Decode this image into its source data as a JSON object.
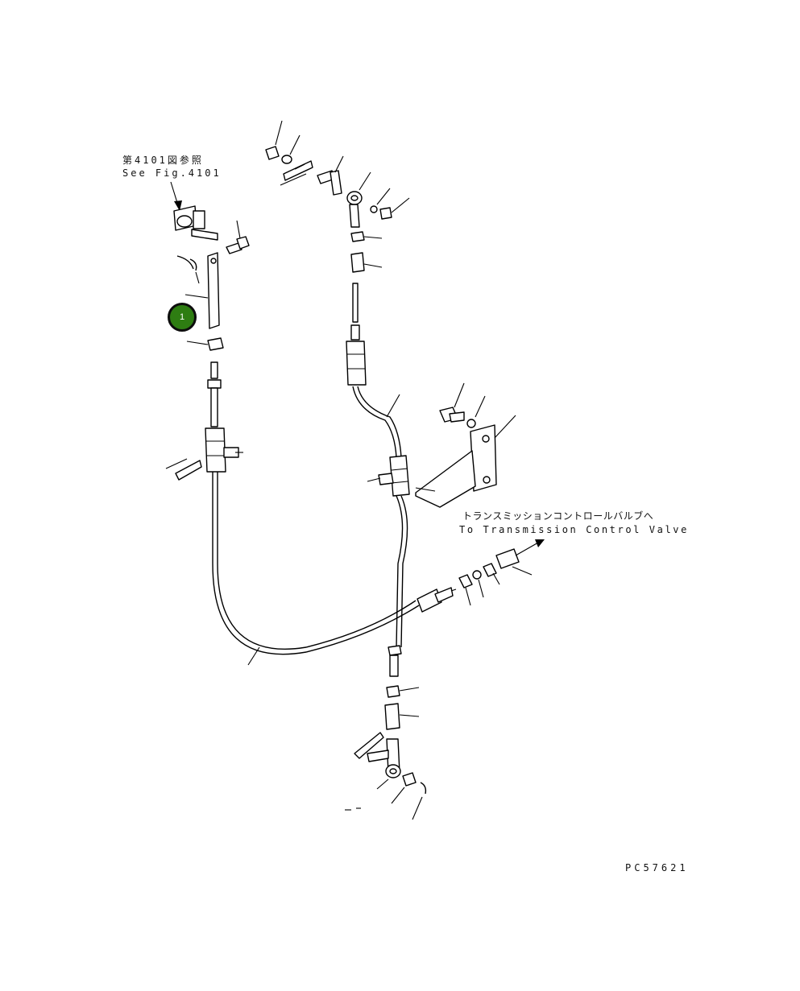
{
  "labels": {
    "see_fig_jp": "第4101図参照",
    "see_fig_en": "See Fig.4101",
    "to_valve_jp": "トランスミッションコントロールバルブへ",
    "to_valve_en": "To Transmission Control Valve",
    "drawing_no": "PC57621"
  },
  "callout": {
    "number": "1",
    "color": "#2e7d12"
  }
}
